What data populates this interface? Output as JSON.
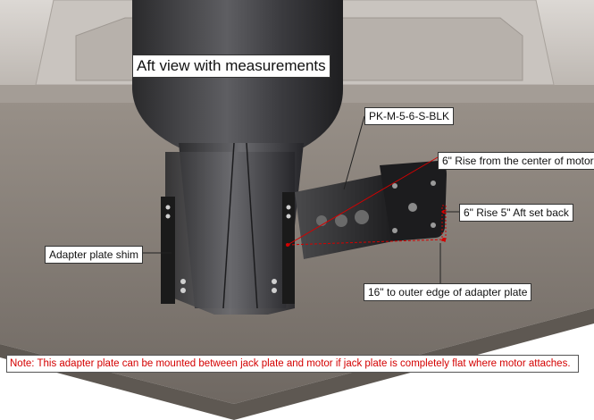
{
  "title": "Aft view with measurements",
  "labels": {
    "part_number": "PK-M-5-6-S-BLK",
    "rise_center": "6\" Rise from the center of motor",
    "rise_setback": "6\" Rise 5\" Aft set back",
    "shim": "Adapter plate shim",
    "outer_edge": "16\" to outer edge of adapter plate"
  },
  "note": "Note: This adapter plate can be mounted between jack plate and motor if jack plate is completely flat where motor attaches.",
  "colors": {
    "annotation_red": "#d40000",
    "hull": "#8a827a",
    "motor": "#3a3a3c",
    "plate": "#2a2a2a"
  }
}
